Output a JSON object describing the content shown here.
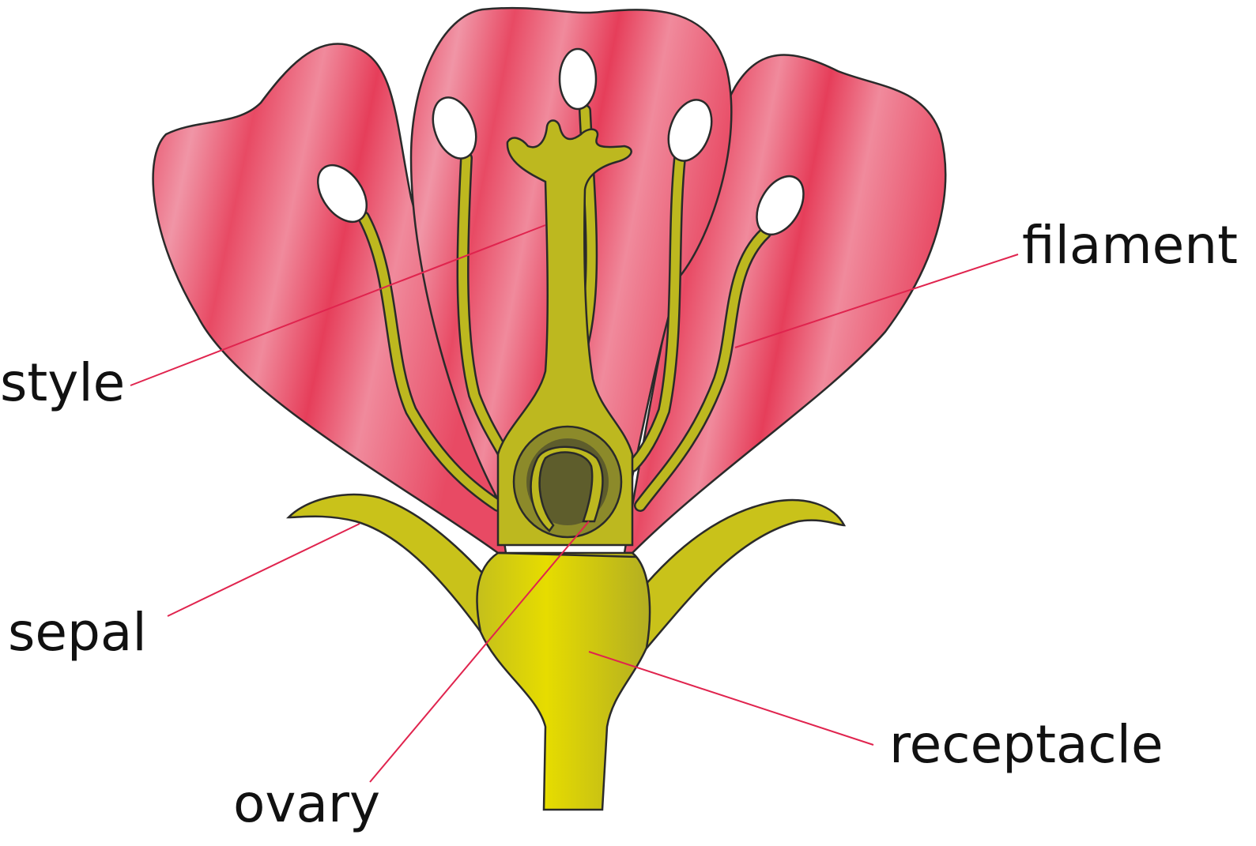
{
  "diagram": {
    "subject": "flower",
    "labels": {
      "style": "style",
      "filament": "filament",
      "sepal": "sepal",
      "receptacle": "receptacle",
      "ovary": "ovary"
    },
    "colors": {
      "petal": "#ea5a72",
      "petal_light": "#f095a6",
      "green": "#bdb81f",
      "green_light": "#e2db00",
      "leader": "#e0244e",
      "anther": "#ffffff"
    }
  }
}
